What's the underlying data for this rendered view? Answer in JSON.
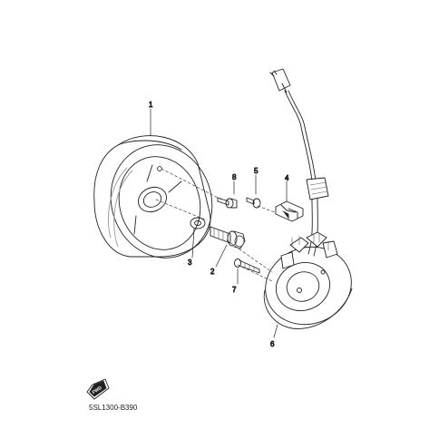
{
  "diagram": {
    "part_labels": [
      "1",
      "2",
      "3",
      "4",
      "5",
      "6",
      "7",
      "8"
    ],
    "fwd_badge": "FWD",
    "drawing_code": "5SL1300-B390"
  },
  "colors": {
    "line": "#222222",
    "shade": "#cfcfcf",
    "background": "#ffffff"
  }
}
